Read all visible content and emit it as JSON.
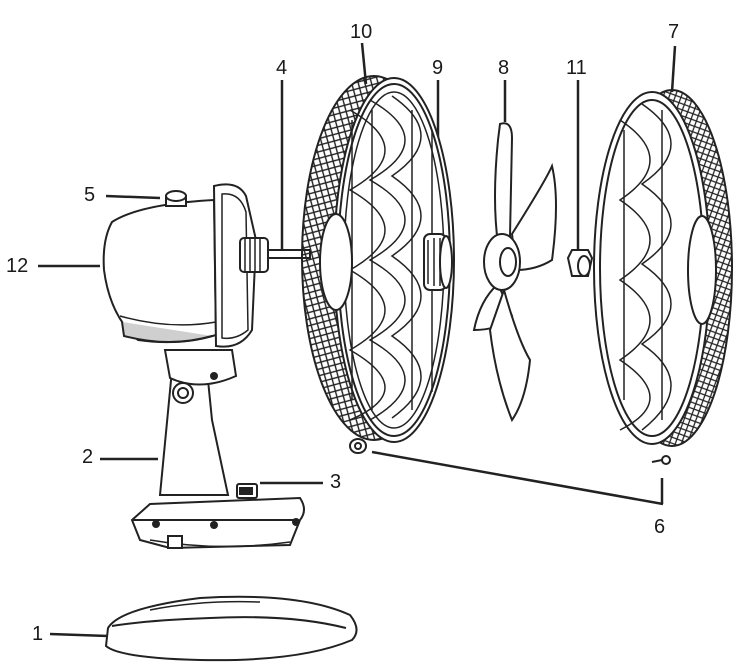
{
  "labels": {
    "base": "1",
    "stand": "2",
    "speed_switch": "3",
    "motor_shaft": "4",
    "oscillation_knob": "5",
    "screw": "6",
    "front_grille": "7",
    "blade": "8",
    "rear_grille_nut": "9",
    "rear_grille": "10",
    "spinner": "11",
    "motor_housing": "12"
  },
  "colors": {
    "line": "#222222",
    "fill_light": "#ffffff",
    "fill_shade": "#d8d8d8",
    "fill_dark": "#9a9a9a"
  }
}
